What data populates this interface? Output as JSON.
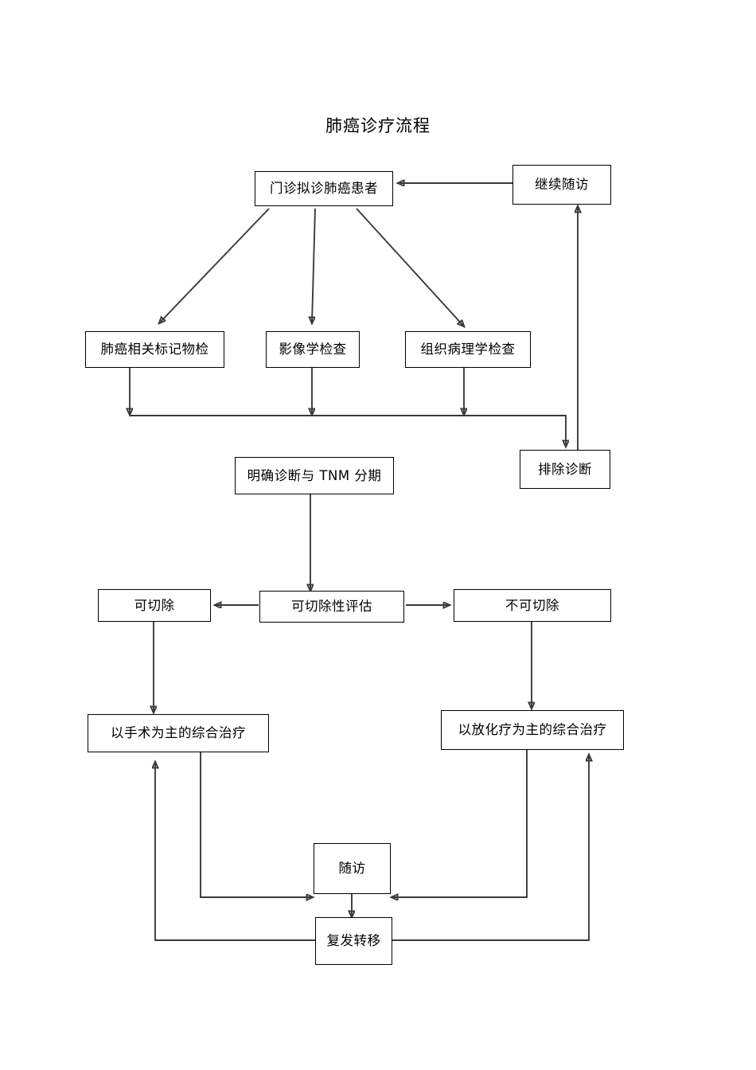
{
  "title": "肺癌诊疗流程",
  "nodes": {
    "outpatient": {
      "label": "门诊拟诊肺癌患者"
    },
    "continue_followup": {
      "label": "继续随访"
    },
    "marker_test": {
      "label": "肺癌相关标记物检"
    },
    "imaging_test": {
      "label": "影像学检查"
    },
    "pathology_test": {
      "label": "组织病理学检查"
    },
    "diagnosis_staging": {
      "label": "明确诊断与 TNM 分期"
    },
    "exclude_diagnosis": {
      "label": "排除诊断"
    },
    "resectable": {
      "label": "可切除"
    },
    "resectability_eval": {
      "label": "可切除性评估"
    },
    "unresectable": {
      "label": "不可切除"
    },
    "surgery_based": {
      "label": "以手术为主的综合治疗"
    },
    "chemoradio_based": {
      "label": "以放化疗为主的综合治疗"
    },
    "followup": {
      "label": "随访"
    },
    "recurrence": {
      "label": "复发转移"
    }
  },
  "edges": [
    {
      "name": "continue-followup-to-outpatient",
      "from": "continue_followup",
      "to": "outpatient"
    },
    {
      "name": "outpatient-to-marker-test",
      "from": "outpatient",
      "to": "marker_test"
    },
    {
      "name": "outpatient-to-imaging-test",
      "from": "outpatient",
      "to": "imaging_test"
    },
    {
      "name": "outpatient-to-pathology-test",
      "from": "outpatient",
      "to": "pathology_test"
    },
    {
      "name": "marker-test-to-bus",
      "from": "marker_test",
      "to": "bus"
    },
    {
      "name": "imaging-test-to-bus",
      "from": "imaging_test",
      "to": "bus"
    },
    {
      "name": "pathology-test-to-bus",
      "from": "pathology_test",
      "to": "bus"
    },
    {
      "name": "bus-to-exclude-diagnosis",
      "from": "bus",
      "to": "exclude_diagnosis"
    },
    {
      "name": "exclude-diagnosis-to-continue-followup",
      "from": "exclude_diagnosis",
      "to": "continue_followup"
    },
    {
      "name": "diagnosis-staging-to-resectability-eval",
      "from": "diagnosis_staging",
      "to": "resectability_eval"
    },
    {
      "name": "resectability-eval-to-resectable",
      "from": "resectability_eval",
      "to": "resectable"
    },
    {
      "name": "resectability-eval-to-unresectable",
      "from": "resectability_eval",
      "to": "unresectable"
    },
    {
      "name": "resectable-to-surgery-based",
      "from": "resectable",
      "to": "surgery_based"
    },
    {
      "name": "unresectable-to-chemoradio-based",
      "from": "unresectable",
      "to": "chemoradio_based"
    },
    {
      "name": "surgery-based-to-followup",
      "from": "surgery_based",
      "to": "followup"
    },
    {
      "name": "chemoradio-based-to-followup",
      "from": "chemoradio_based",
      "to": "followup"
    },
    {
      "name": "followup-to-recurrence",
      "from": "followup",
      "to": "recurrence"
    },
    {
      "name": "recurrence-to-surgery-based",
      "from": "recurrence",
      "to": "surgery_based"
    },
    {
      "name": "recurrence-to-chemoradio-based",
      "from": "recurrence",
      "to": "chemoradio_based"
    }
  ],
  "colors": {
    "background": "#ffffff",
    "node_border": "#000000",
    "text": "#000000",
    "connector": "#3a3a3a"
  }
}
